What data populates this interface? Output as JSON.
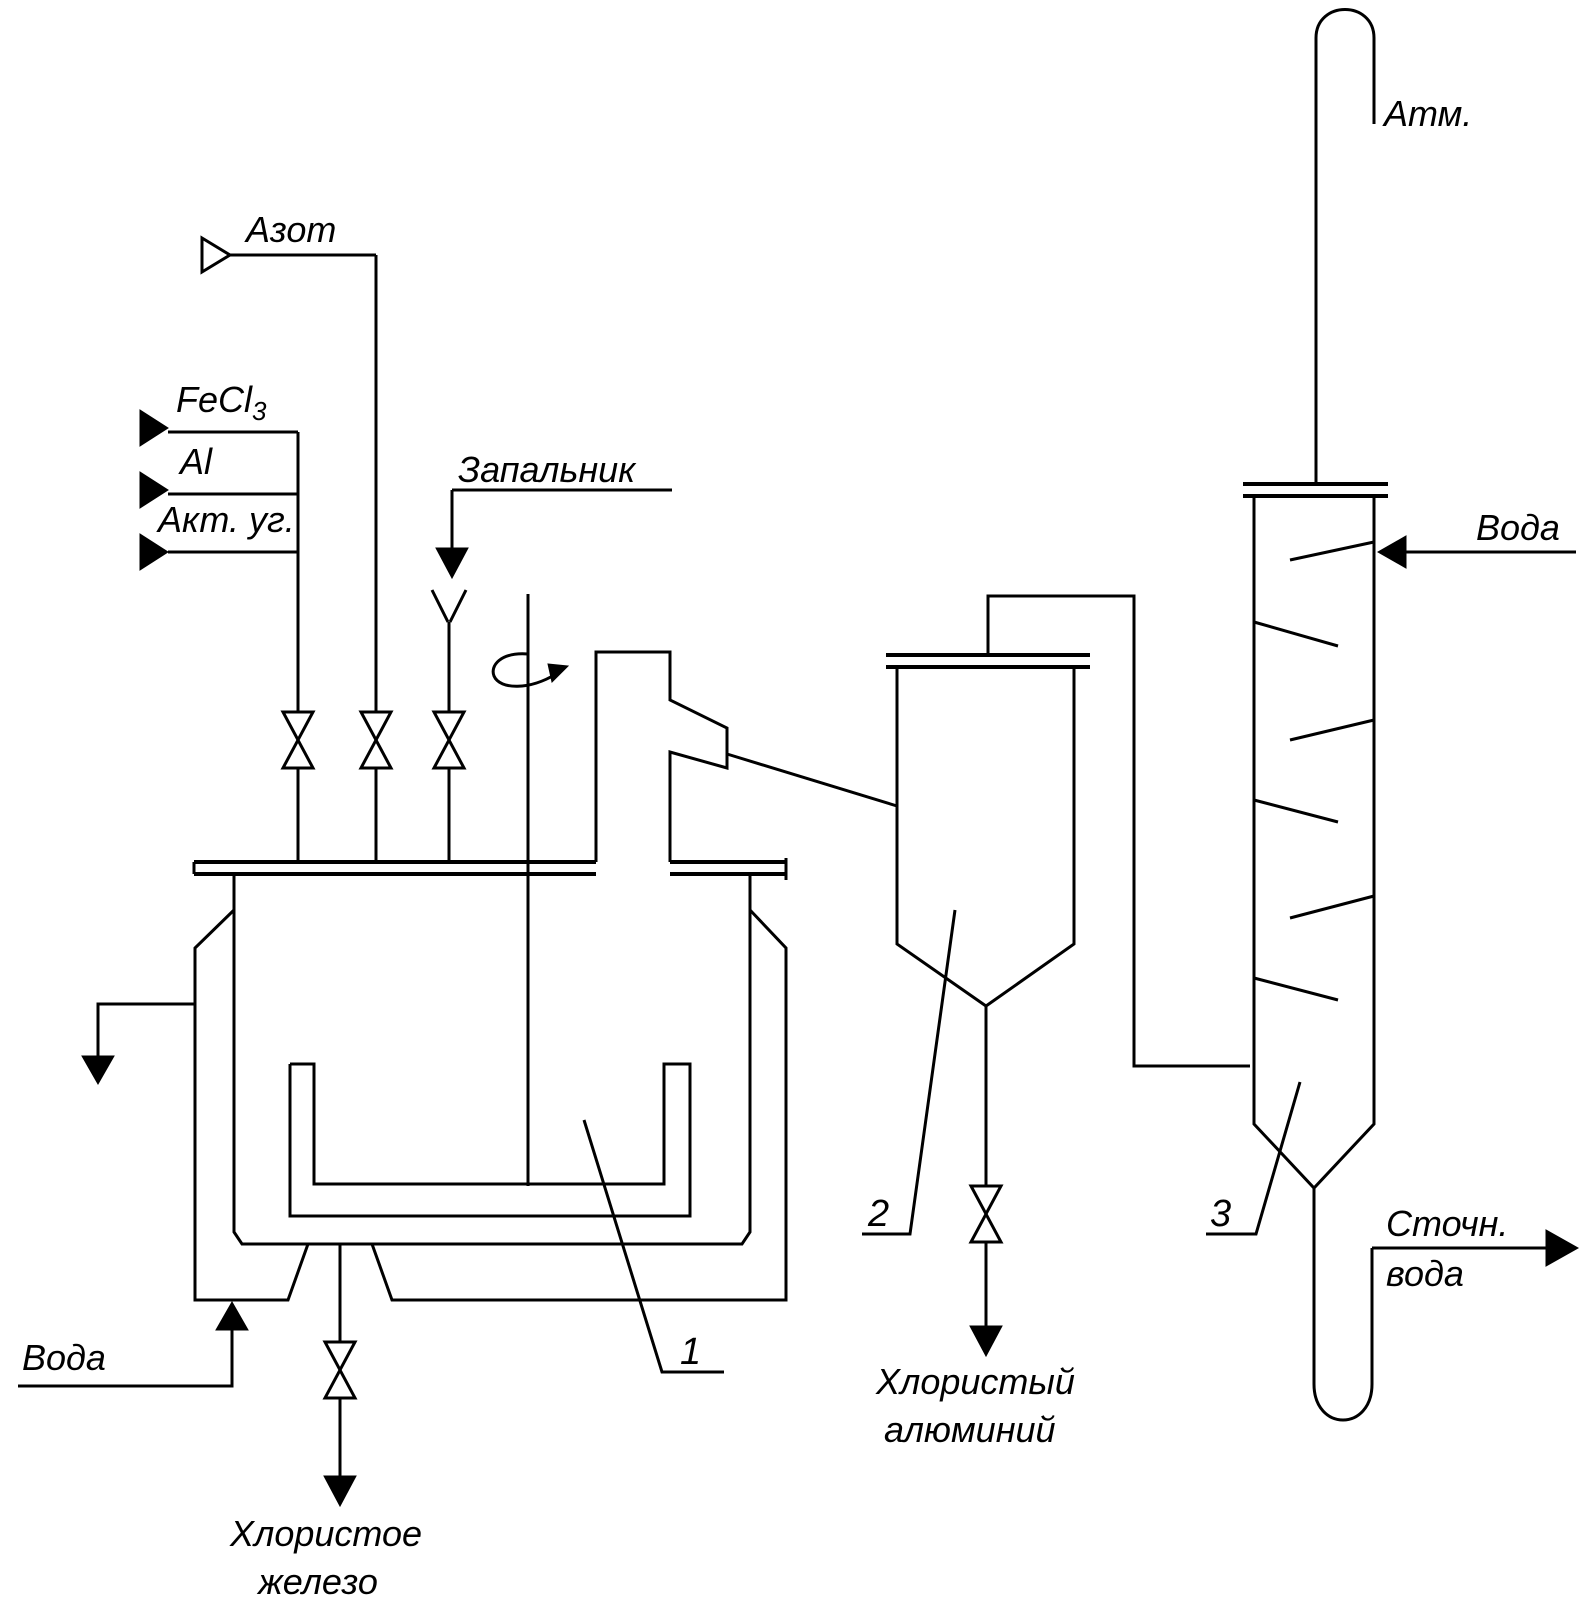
{
  "labels": {
    "nitrogen": "Азот",
    "fecl3": "FeCl",
    "fecl3_sub": "3",
    "al": "Al",
    "act_coal": "Акт. уг.",
    "igniter": "Запальник",
    "water_left": "Вода",
    "water_right": "Вода",
    "atm": "Атм.",
    "ferrous_chloride_1": "Хлористое",
    "ferrous_chloride_2": "железо",
    "aluminium_chloride_1": "Хлористый",
    "aluminium_chloride_2": "алюминий",
    "waste_water_1": "Сточн.",
    "waste_water_2": "вода"
  },
  "numbers": {
    "reactor": "1",
    "separator": "2",
    "scrubber": "3"
  }
}
